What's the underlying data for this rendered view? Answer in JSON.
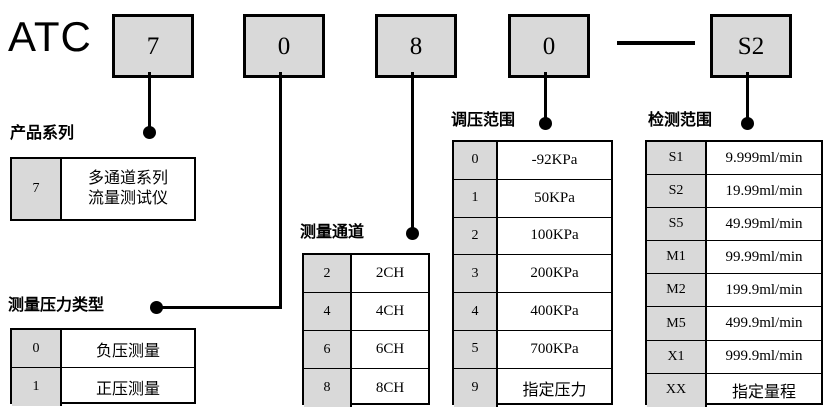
{
  "model": {
    "prefix": "ATC",
    "segments": [
      {
        "name": "series-code",
        "value": "7"
      },
      {
        "name": "pressure-type-code",
        "value": "0"
      },
      {
        "name": "channel-code",
        "value": "8"
      },
      {
        "name": "regulation-code",
        "value": "0"
      },
      {
        "name": "range-code",
        "value": "S2"
      }
    ],
    "separator": "—"
  },
  "groups": {
    "series": {
      "caption": "产品系列",
      "rows": [
        {
          "code": "7",
          "desc_line1": "多通道系列",
          "desc_line2": "流量测试仪"
        }
      ]
    },
    "pressure_type": {
      "caption": "测量压力类型",
      "rows": [
        {
          "code": "0",
          "desc": "负压测量"
        },
        {
          "code": "1",
          "desc": "正压测量"
        }
      ]
    },
    "channel": {
      "caption": "测量通道",
      "rows": [
        {
          "code": "2",
          "desc": "2CH"
        },
        {
          "code": "4",
          "desc": "4CH"
        },
        {
          "code": "6",
          "desc": "6CH"
        },
        {
          "code": "8",
          "desc": "8CH"
        }
      ]
    },
    "regulation_range": {
      "caption": "调压范围",
      "rows": [
        {
          "code": "0",
          "desc": "-92KPa"
        },
        {
          "code": "1",
          "desc": "50KPa"
        },
        {
          "code": "2",
          "desc": "100KPa"
        },
        {
          "code": "3",
          "desc": "200KPa"
        },
        {
          "code": "4",
          "desc": "400KPa"
        },
        {
          "code": "5",
          "desc": "700KPa"
        },
        {
          "code": "9",
          "desc": "指定压力"
        }
      ]
    },
    "detection_range": {
      "caption": "检测范围",
      "rows": [
        {
          "code": "S1",
          "desc": "9.999ml/min"
        },
        {
          "code": "S2",
          "desc": "19.99ml/min"
        },
        {
          "code": "S5",
          "desc": "49.99ml/min"
        },
        {
          "code": "M1",
          "desc": "99.99ml/min"
        },
        {
          "code": "M2",
          "desc": "199.9ml/min"
        },
        {
          "code": "M5",
          "desc": "499.9ml/min"
        },
        {
          "code": "X1",
          "desc": "999.9ml/min"
        },
        {
          "code": "XX",
          "desc": "指定量程"
        }
      ]
    }
  },
  "colors": {
    "cell_fill": "#d9d9d9",
    "line": "#000000",
    "background": "#ffffff"
  }
}
